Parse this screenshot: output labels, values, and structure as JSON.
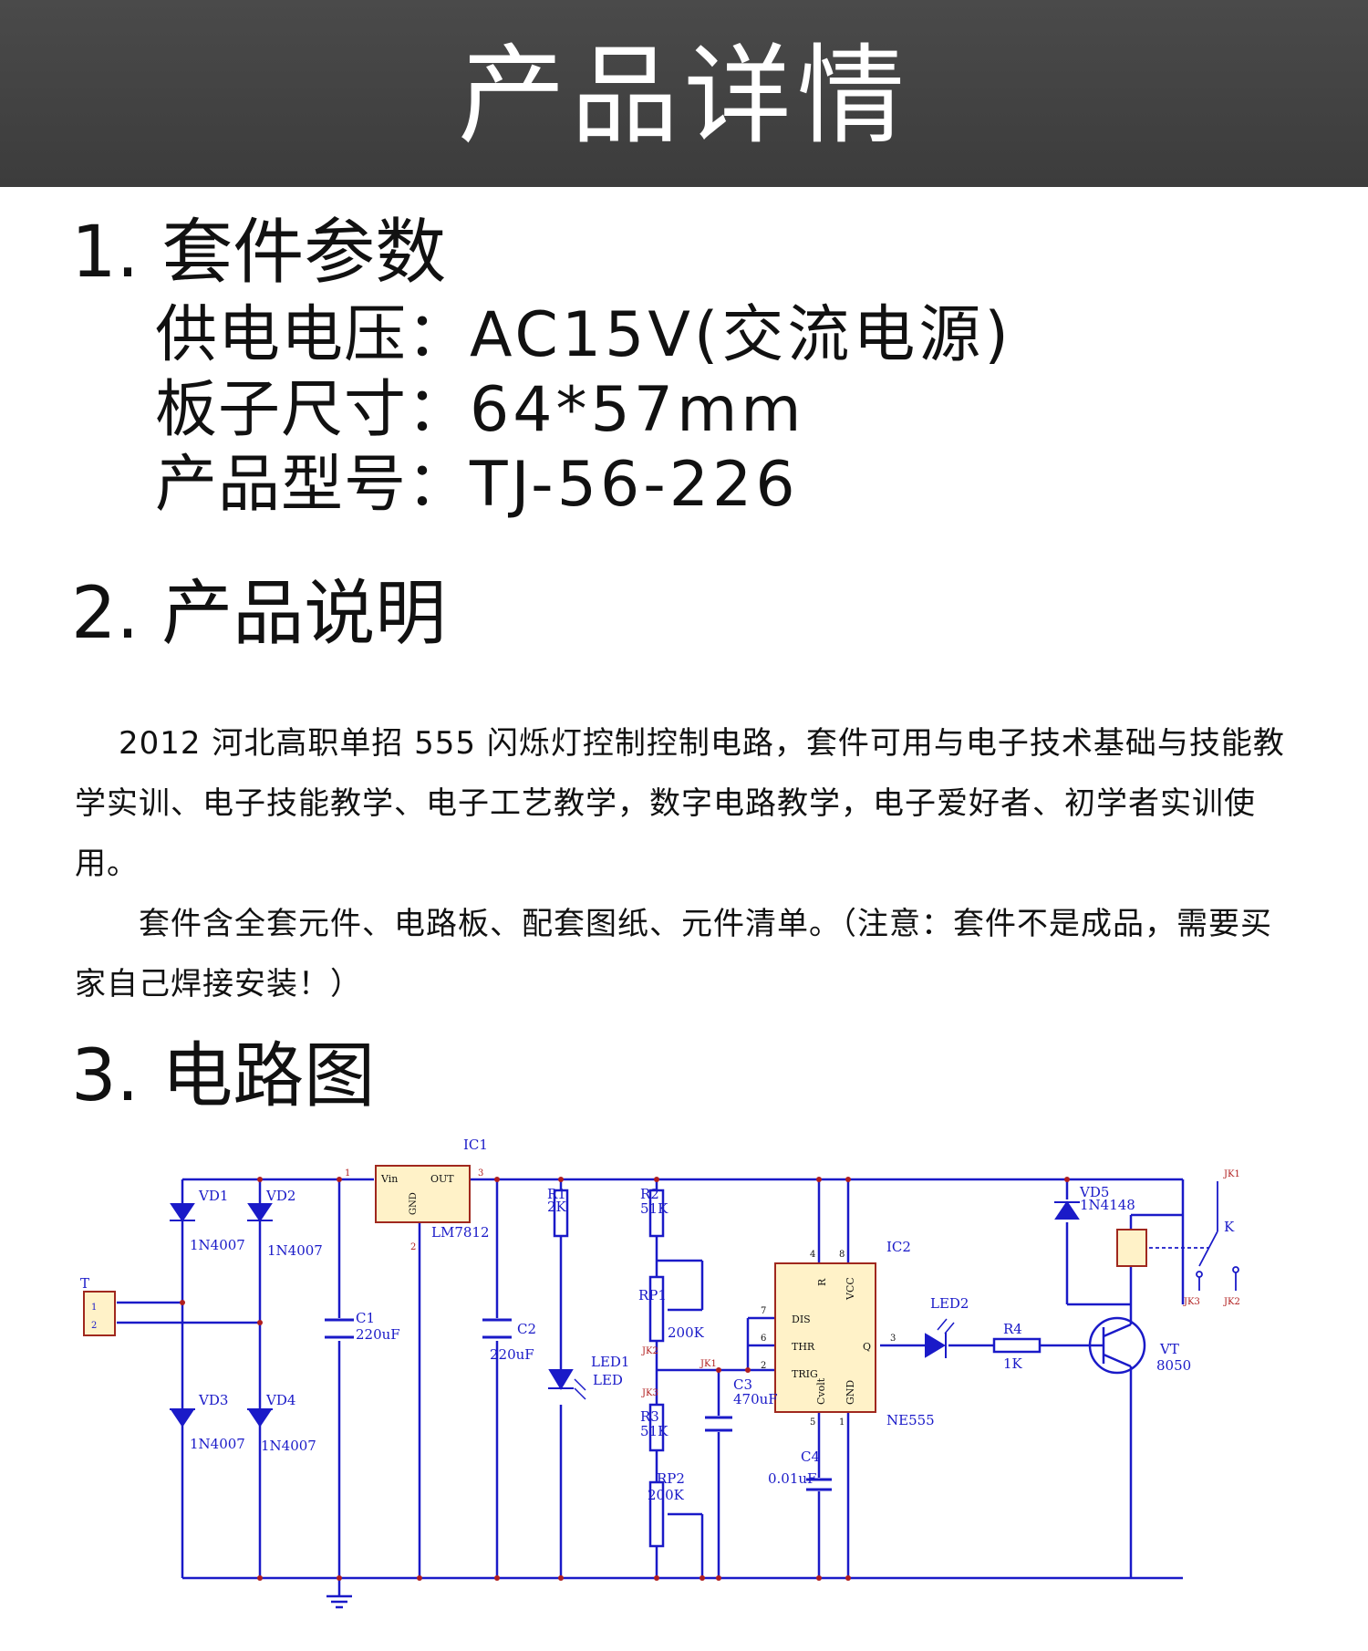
{
  "header": {
    "title": "产品详情"
  },
  "sections": {
    "kit_params": {
      "heading": "1. 套件参数",
      "rows": [
        {
          "label": "供电电压：",
          "value": "AC15V(交流电源)"
        },
        {
          "label": "板子尺寸：",
          "value": "64*57mm"
        },
        {
          "label": "产品型号：",
          "value": "TJ-56-226"
        }
      ]
    },
    "description": {
      "heading": "2. 产品说明",
      "paragraphs": [
        "2012 河北高职单招 555 闪烁灯控制控制电路，套件可用与电子技术基础与技能教学实训、电子技能教学、电子工艺教学，数字电路教学，电子爱好者、初学者实训使用。",
        "套件含全套元件、电路板、配套图纸、元件清单。（注意：套件不是成品，需要买家自己焊接安装！）"
      ]
    },
    "circuit": {
      "heading": "3. 电路图"
    }
  },
  "schematic": {
    "colors": {
      "wire": "#1a1ac8",
      "part_fill": "#fff2c8",
      "part_border": "#a0281e",
      "pin_red": "#b01e1e"
    },
    "labels": {
      "t": "T",
      "t_pin1": "1",
      "t_pin2": "2",
      "vd1": "VD1",
      "vd2": "VD2",
      "vd3": "VD3",
      "vd4": "VD4",
      "d1_val": "1N4007",
      "d2_val": "1N4007",
      "d3_val": "1N4007",
      "d4_val": "1N4007",
      "ic1": "IC1",
      "lm": "LM7812",
      "vin": "Vin",
      "out": "OUT",
      "gnd1": "GND",
      "pin1": "1",
      "pin2": "2",
      "pin3": "3",
      "c1": "C1",
      "c1_val": "220uF",
      "c2": "C2",
      "c2_val": "220uF",
      "r1": "R1",
      "r1_val": "2K",
      "led1": "LED1",
      "led1_val": "LED",
      "r2": "R2",
      "r2_val": "51K",
      "rp1": "RP1",
      "rp1_val": "200K",
      "jk2a": "JK2",
      "jk3a": "JK3",
      "r3": "R3",
      "r3_val": "51K",
      "rp2": "RP2",
      "rp2_val": "200K",
      "jk1a": "JK1",
      "c3": "C3",
      "c3_val": "470uF",
      "c4": "C4",
      "c4_val": "0.01uF",
      "ic2": "IC2",
      "ne": "NE555",
      "dis": "DIS",
      "thr": "THR",
      "trig": "TRIG",
      "r_pin": "R",
      "vcc": "VCC",
      "q": "Q",
      "cvolt": "Cvolt",
      "gnd2": "GND",
      "p4": "4",
      "p8": "8",
      "p7": "7",
      "p6": "6",
      "p2": "2",
      "p5": "5",
      "p1": "1",
      "p3": "3",
      "led2": "LED2",
      "r4": "R4",
      "r4_val": "1K",
      "vd5": "VD5",
      "vd5_val": "1N4148",
      "vt": "VT",
      "vt_val": "8050",
      "jk1b": "JK1",
      "k": "K",
      "jk3b": "JK3",
      "jk2b": "JK2"
    }
  }
}
